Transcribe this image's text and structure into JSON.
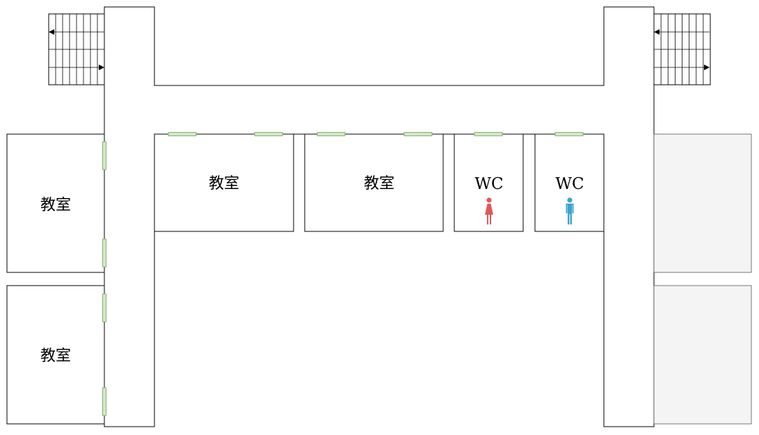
{
  "rooms": {
    "left_top": {
      "label": "教室"
    },
    "left_bottom": {
      "label": "教室"
    },
    "center_1": {
      "label": "教室"
    },
    "center_2": {
      "label": "教室"
    },
    "wc_women": {
      "label": "WC",
      "icon": "female-restroom-icon",
      "icon_color": "#e15759"
    },
    "wc_men": {
      "label": "WC",
      "icon": "male-restroom-icon",
      "icon_color": "#3ba3d0"
    }
  },
  "unlabeled_rooms": [
    "right-top-room",
    "right-bottom-room"
  ],
  "stairs": [
    "left-staircase",
    "right-staircase"
  ],
  "colors": {
    "door_fill": "#d4e8c9",
    "door_stroke": "#86b173",
    "gray_room_fill": "#f4f4f4"
  }
}
